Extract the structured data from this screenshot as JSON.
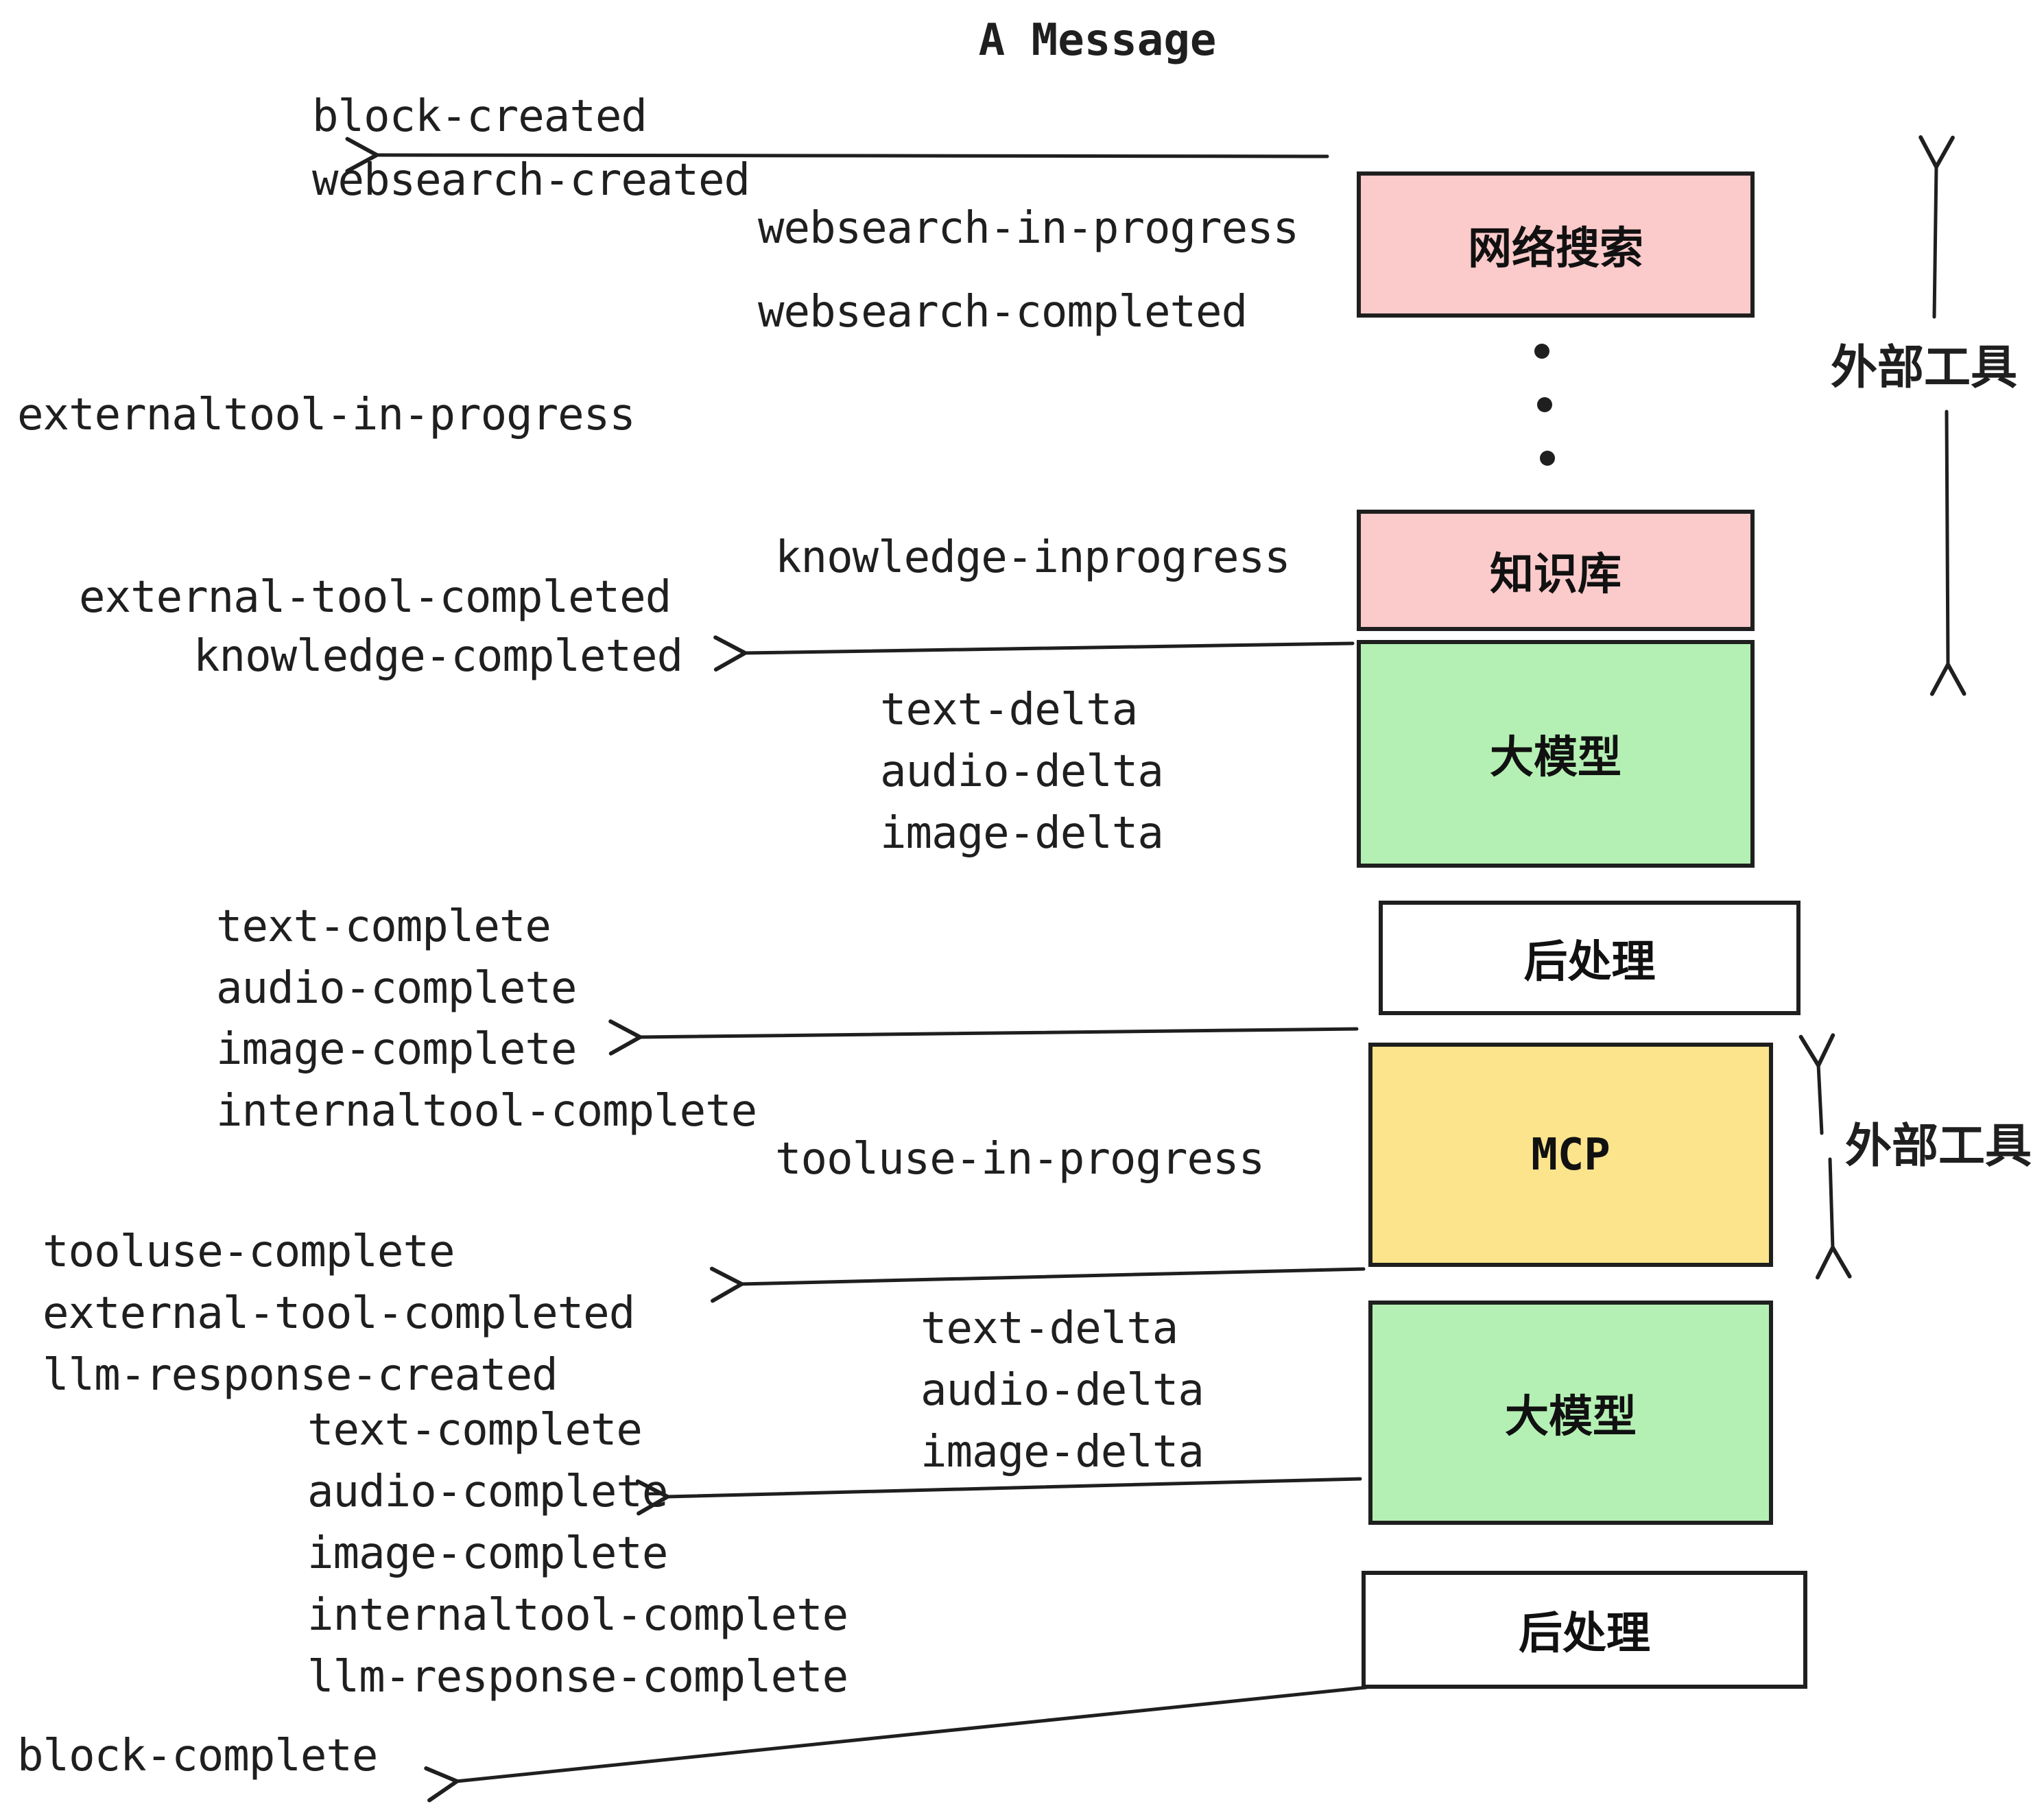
{
  "title": "A Message",
  "colors": {
    "pink": "#FBCACA",
    "green": "#B4F0B4",
    "yellow": "#FBE48C",
    "white": "#FFFFFF",
    "ink": "#1F1F1F"
  },
  "boxes": [
    {
      "id": "websearch",
      "label": "网络搜索",
      "color": "pink"
    },
    {
      "id": "knowledge",
      "label": "知识库",
      "color": "pink"
    },
    {
      "id": "llm-1",
      "label": "大模型",
      "color": "green"
    },
    {
      "id": "post-1",
      "label": "后处理",
      "color": "white"
    },
    {
      "id": "mcp",
      "label": "MCP",
      "color": "yellow"
    },
    {
      "id": "llm-2",
      "label": "大模型",
      "color": "green"
    },
    {
      "id": "post-2",
      "label": "后处理",
      "color": "white"
    }
  ],
  "annotations": {
    "external_tools_top": "外部工具",
    "external_tools_mid": "外部工具"
  },
  "events": {
    "block_created": "block-created",
    "websearch_created": "websearch-created",
    "websearch_in_progress": "websearch-in-progress",
    "websearch_completed": "websearch-completed",
    "externaltool_in_progress": "externaltool-in-progress",
    "knowledge_inprogress": "knowledge-inprogress",
    "external_tool_completed": "external-tool-completed",
    "knowledge_completed": "knowledge-completed",
    "text_delta": "text-delta",
    "audio_delta": "audio-delta",
    "image_delta": "image-delta",
    "text_complete": "text-complete",
    "audio_complete": "audio-complete",
    "image_complete": "image-complete",
    "internaltool_complete": "internaltool-complete",
    "tooluse_in_progress": "tooluse-in-progress",
    "tooluse_complete": "tooluse-complete",
    "llm_response_created": "llm-response-created",
    "llm_response_complete": "llm-response-complete",
    "block_complete": "block-complete"
  }
}
